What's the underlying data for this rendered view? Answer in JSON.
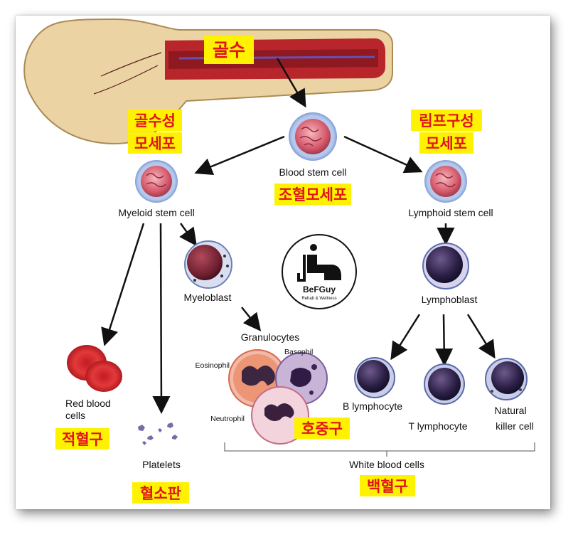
{
  "bone_label": "골수",
  "stem": {
    "blood_en": "Blood stem cell",
    "blood_kr": "조혈모세포",
    "myeloid_en": "Myeloid stem cell",
    "myeloid_kr_1": "골수성",
    "myeloid_kr_2": "모세포",
    "lymphoid_en": "Lymphoid stem cell",
    "lymphoid_kr_1": "림프구성",
    "lymphoid_kr_2": "모세포"
  },
  "myeloblast": "Myeloblast",
  "lymphoblast": "Lymphoblast",
  "granulocytes": {
    "title": "Granulocytes",
    "eosinophil": "Eosinophil",
    "basophil": "Basophil",
    "neutrophil": "Neutrophil",
    "kr": "호중구"
  },
  "rbc": {
    "en_1": "Red blood",
    "en_2": "cells",
    "kr": "적혈구"
  },
  "platelets": {
    "en": "Platelets",
    "kr": "혈소판"
  },
  "lymphocytes": {
    "b": "B lymphocyte",
    "t": "T lymphocyte",
    "nk_1": "Natural",
    "nk_2": "killer cell"
  },
  "wbc": {
    "en": "White blood cells",
    "kr": "백혈구"
  },
  "logo": {
    "name": "BeFGuy",
    "tagline": "Rehab & Wellness"
  },
  "colors": {
    "korean_text": "#e0141a",
    "highlight": "#fff200",
    "bone": "#e8cf9e",
    "marrow": "#b8262c",
    "cell_outer": "#a9c2e8",
    "cell_inner": "#c95a68"
  }
}
